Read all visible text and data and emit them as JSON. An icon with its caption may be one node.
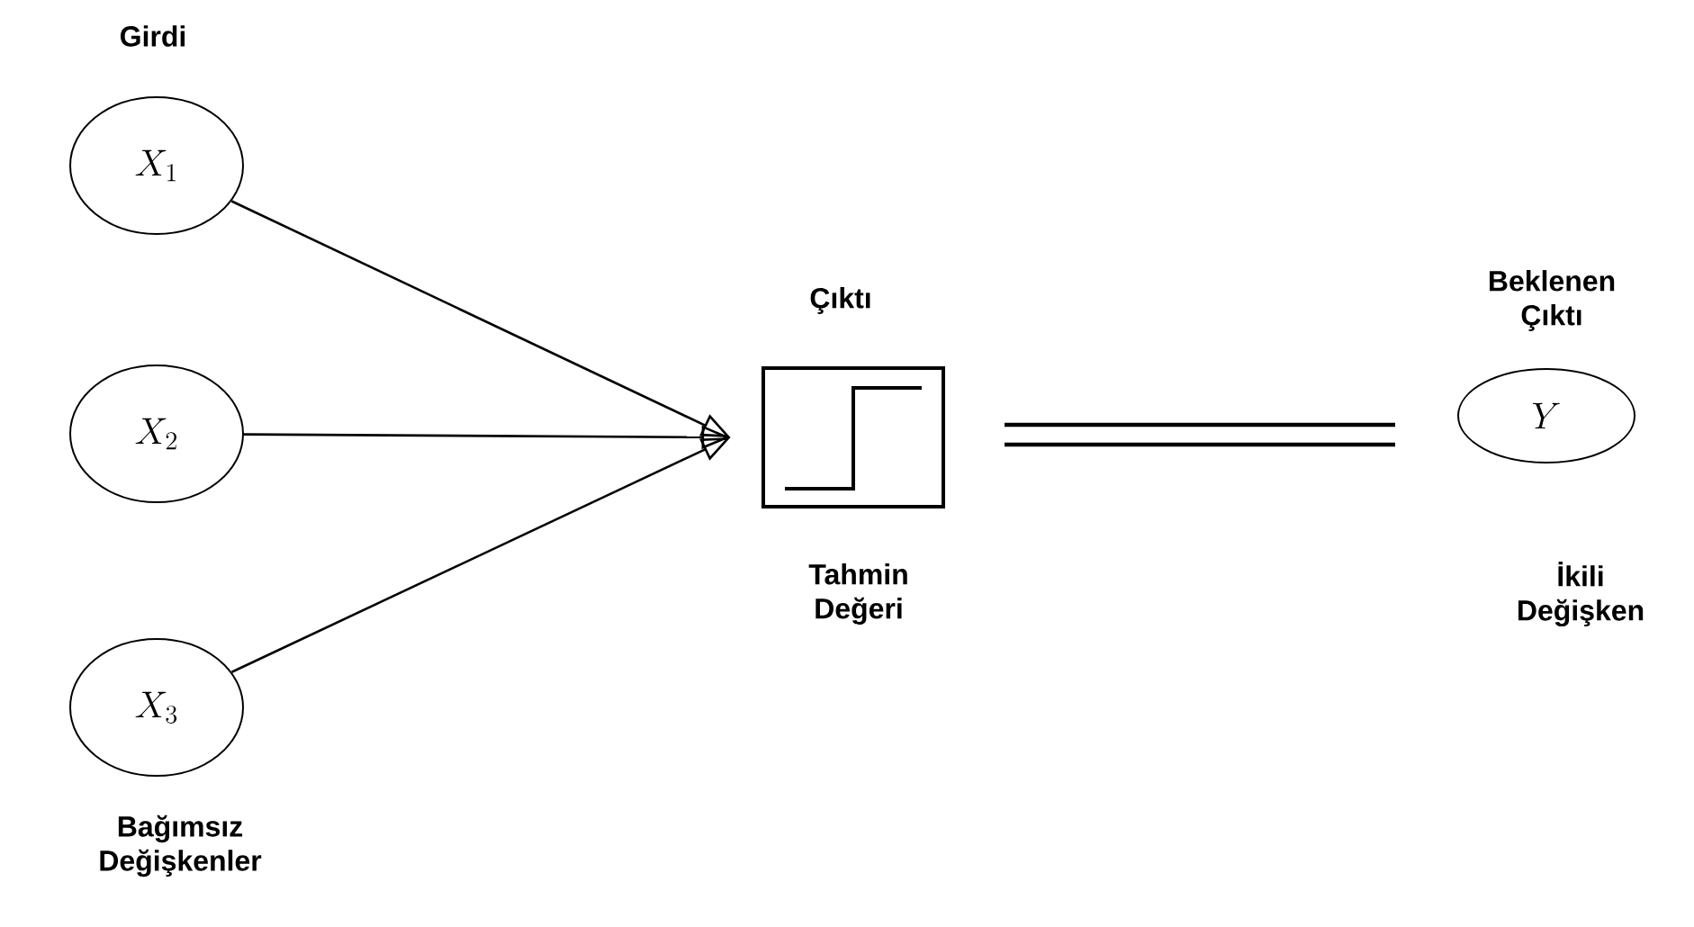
{
  "diagram": {
    "nodes": [
      {
        "text": [
          "X_1"
        ]
      },
      {
        "text": [
          "X_2"
        ]
      },
      {
        "text": [
          "X_3"
        ]
      },
      {
        "text": [
          "Çıktı"
        ]
      },
      {
        "text": [
          "Y"
        ],
        "beside": [
          "Beklenen Çıktı"
        ]
      }
    ],
    "edges": [
      {
        "from": 0,
        "to": 3,
        "arrow": "to"
      },
      {
        "from": 1,
        "to": 3,
        "arrow": "to"
      },
      {
        "from": 2,
        "to": 3,
        "arrow": "to"
      }
    ],
    "labels": [
      "Girdi",
      "Tahmin Değeri",
      "İkili Değişken",
      "Bağımsız Değişkenler"
    ]
  }
}
